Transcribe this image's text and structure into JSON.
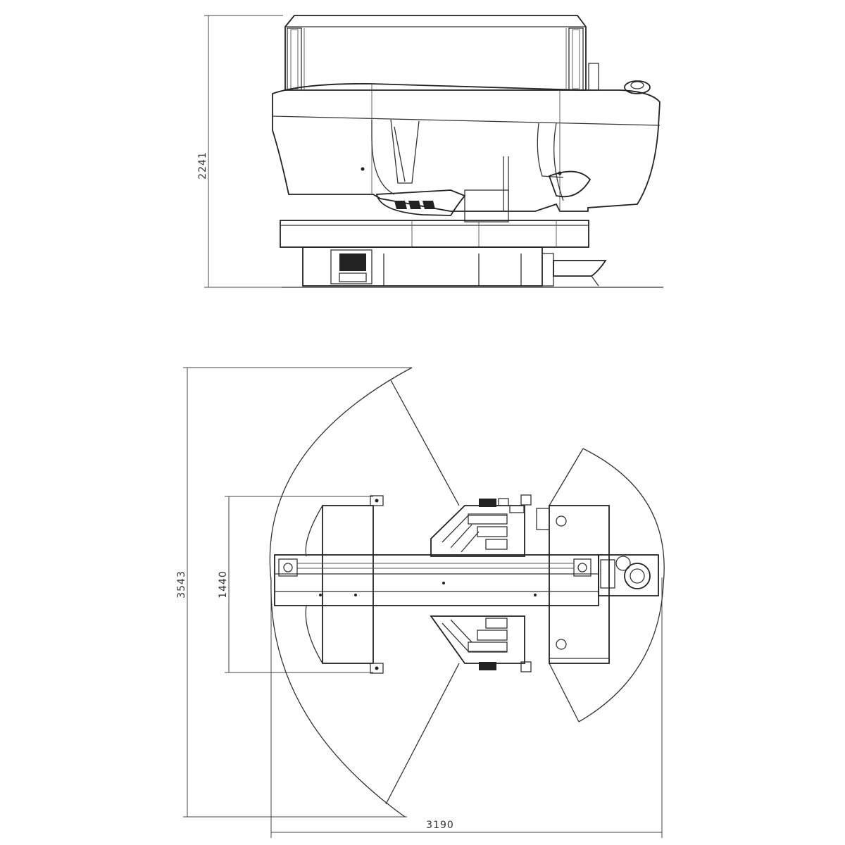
{
  "dimensions": {
    "height": "2241",
    "overall_depth": "3543",
    "table_depth": "1440",
    "overall_width": "3190"
  },
  "views": [
    {
      "id": "side-elevation"
    },
    {
      "id": "top-plan"
    }
  ],
  "colors": {
    "line": "#333333",
    "background": "#ffffff"
  }
}
